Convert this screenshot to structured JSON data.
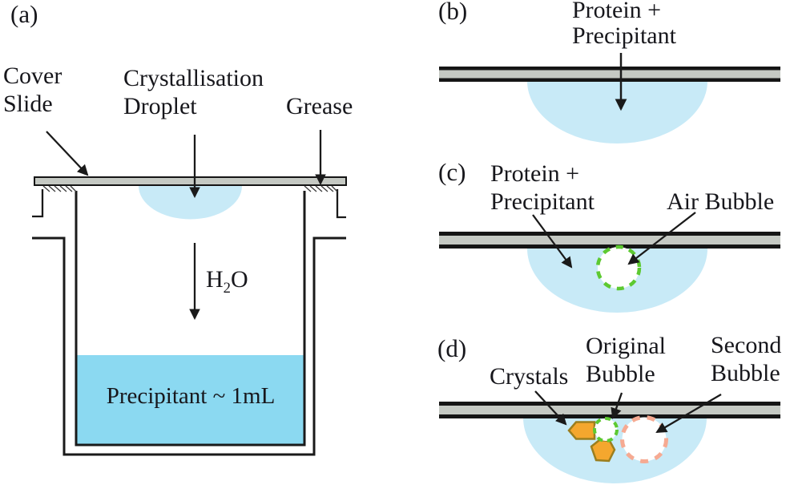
{
  "colors": {
    "line": "#1a1a1a",
    "slide_gray": "#c5c9c3",
    "droplet_blue": "#c8eaf7",
    "reservoir_blue": "#8bd9f1",
    "bubble_green": "#5dc931",
    "bubble_salmon": "#f6aa92",
    "crystal_orange": "#f4a72e",
    "crystal_border": "#9b7e1e"
  },
  "panel_a": {
    "label": "(a)",
    "cover_slide": "Cover\nSlide",
    "crystallisation_droplet": "Crystallisation\nDroplet",
    "grease": "Grease",
    "h2o": {
      "base": "H",
      "sub": "2",
      "rest": "O"
    },
    "reservoir": "Precipitant ~ 1mL"
  },
  "panel_b": {
    "label": "(b)",
    "protein_precipitant": "Protein +\nPrecipitant"
  },
  "panel_c": {
    "label": "(c)",
    "protein_precipitant": "Protein +\nPrecipitant",
    "air_bubble": "Air Bubble"
  },
  "panel_d": {
    "label": "(d)",
    "crystals": "Crystals",
    "original_bubble": "Original\nBubble",
    "second_bubble": "Second\nBubble"
  }
}
